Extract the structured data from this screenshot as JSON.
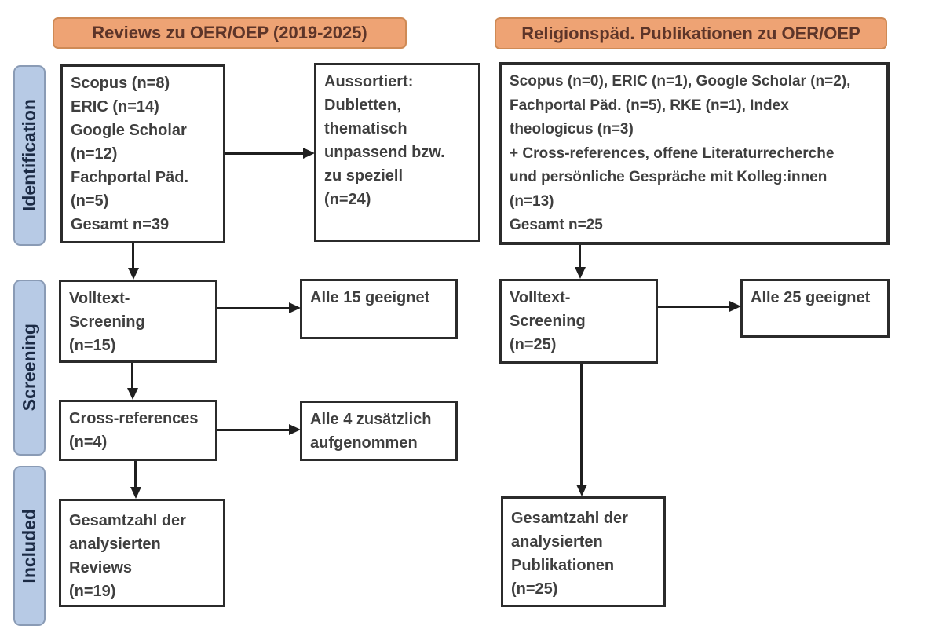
{
  "diagram_title": "PRISMA-style literature flow diagram",
  "stages": [
    {
      "label": "Identification"
    },
    {
      "label": "Screening"
    },
    {
      "label": "Included"
    }
  ],
  "left": {
    "header": "Reviews zu OER/OEP (2019-2025)",
    "sources": "Scopus (n=8)\nERIC (n=14)\nGoogle Scholar\n(n=12)\nFachportal Päd.\n(n=5)\nGesamt n=39",
    "excluded": "Aussortiert:\nDubletten,\nthematisch\nunpassend bzw.\nzu speziell\n(n=24)",
    "fulltext": "Volltext-\nScreening\n(n=15)",
    "fulltext_result": "Alle 15 geeignet",
    "crossref": "Cross-references\n(n=4)",
    "crossref_result": "Alle 4 zusätzlich\naufgenommen",
    "total": "Gesamtzahl der\nanalysierten\nReviews\n(n=19)"
  },
  "right": {
    "header": "Religionspäd. Publikationen zu OER/OEP",
    "sources": "Scopus (n=0), ERIC (n=1), Google Scholar (n=2),\nFachportal Päd. (n=5), RKE (n=1), Index\ntheologicus (n=3)\n+ Cross-references, offene Literaturrecherche\nund persönliche Gespräche mit Kolleg:innen\n(n=13)\nGesamt n=25",
    "fulltext": "Volltext-\nScreening\n(n=25)",
    "fulltext_result": "Alle 25 geeignet",
    "total": "Gesamtzahl der\nanalysierten\nPublikationen\n(n=25)"
  },
  "colors": {
    "header_fill": "#eea374",
    "header_border": "#cf8a55",
    "header_text": "#5d3529",
    "stage_fill": "#b7cae5",
    "stage_border": "#8a9bb5",
    "stage_text": "#1c2b45",
    "box_border": "#2b2b2b",
    "box_text": "#3f3f3f",
    "arrow": "#1f1f1f",
    "background": "#ffffff"
  }
}
